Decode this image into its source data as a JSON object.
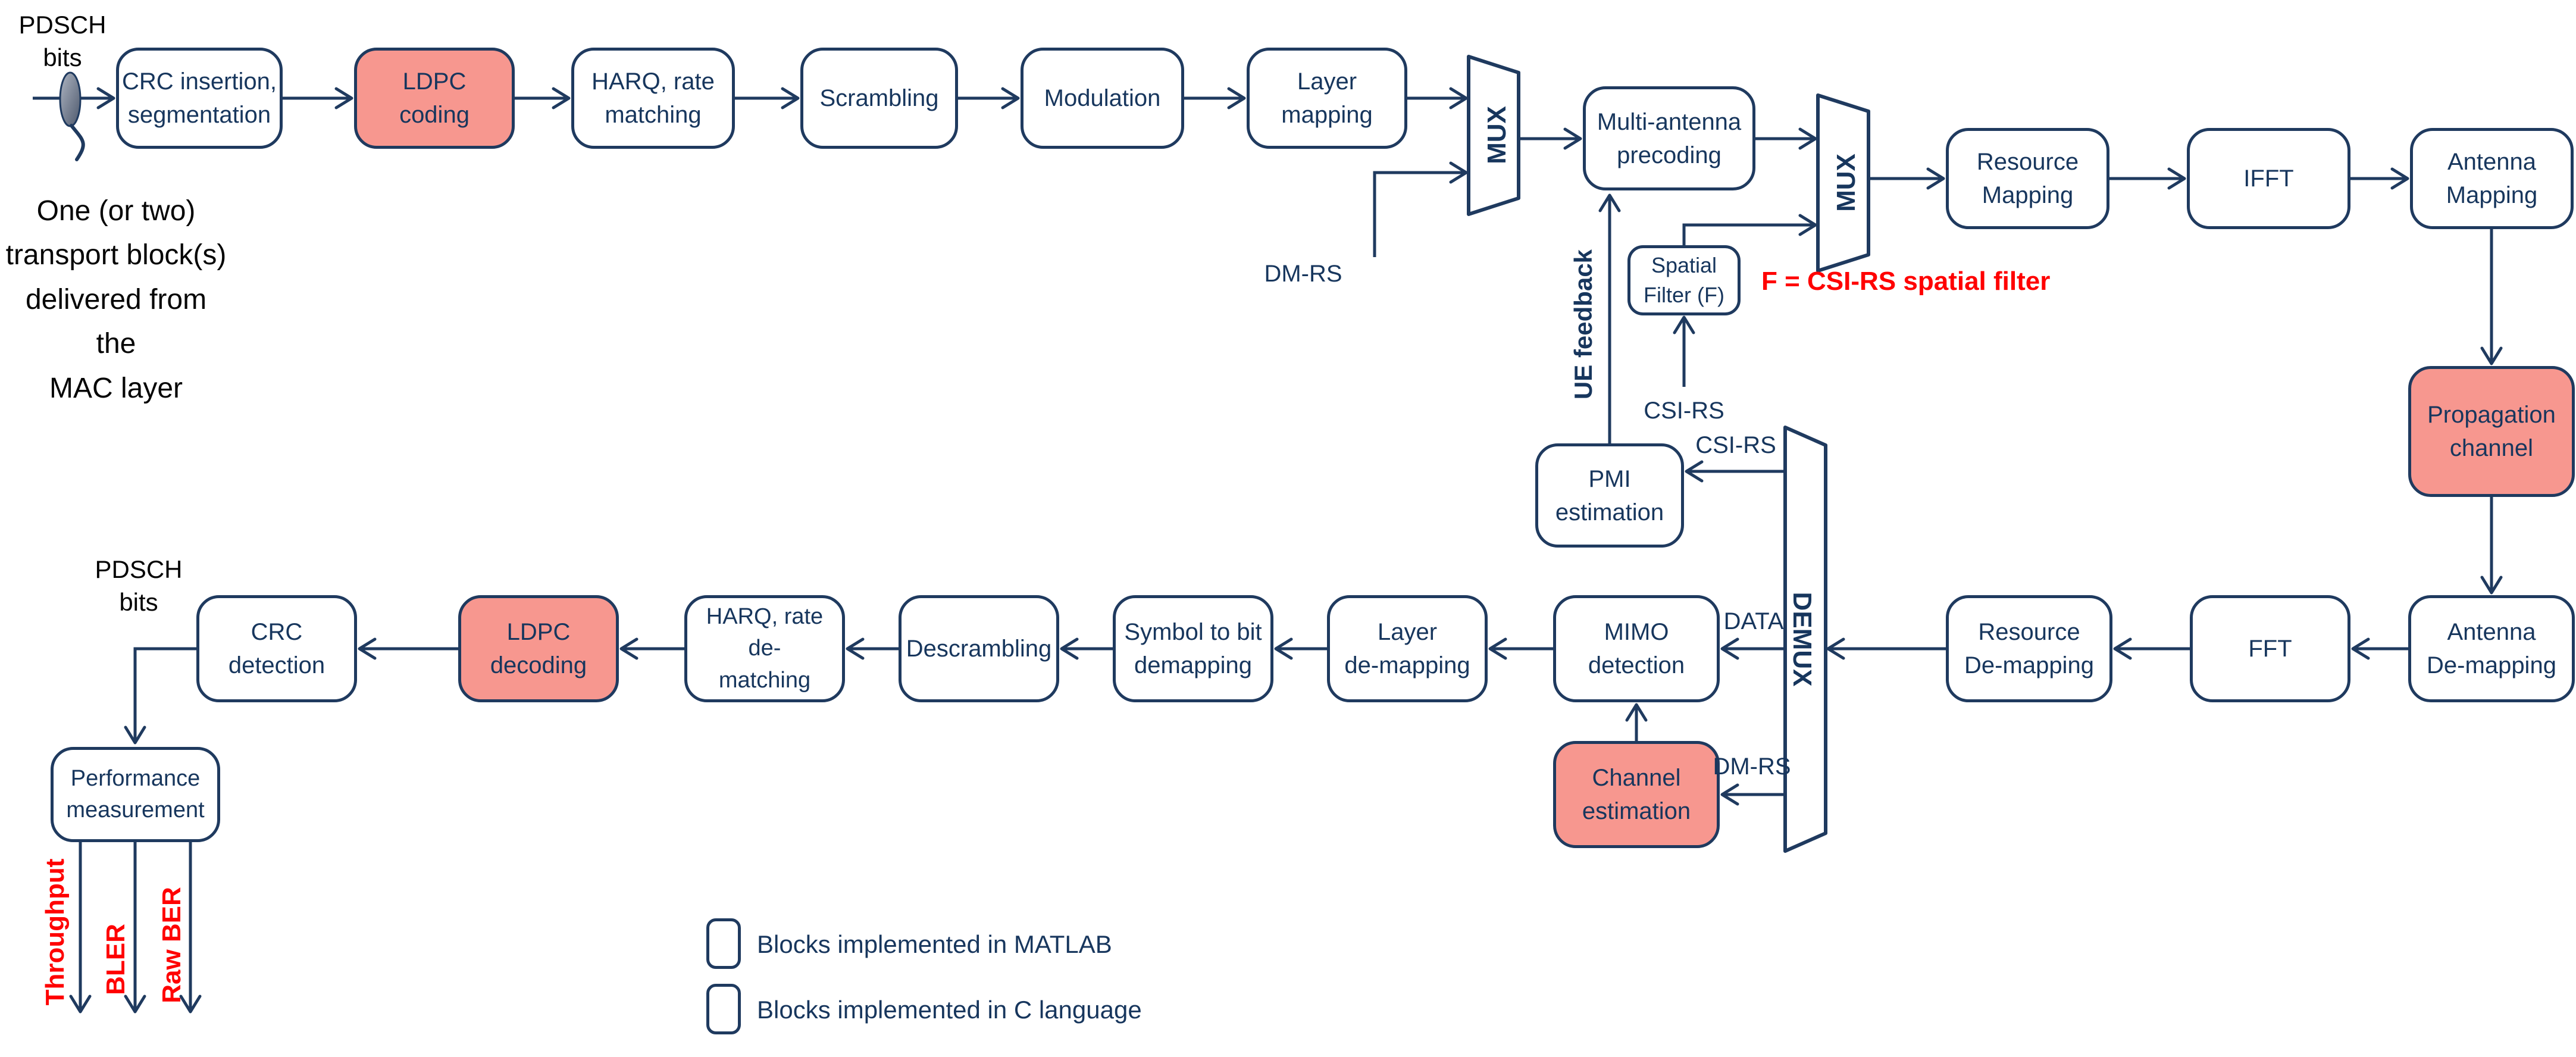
{
  "colors": {
    "block_border": "#1f3a5f",
    "connector": "#1f3a5f",
    "matlab_block_fill": "#ffffff",
    "c_block_fill": "#f7978f",
    "text_navy": "#17365d",
    "accent_red": "#ff0000",
    "source_ellipse_gray": "#8a93a3"
  },
  "source": {
    "label": "PDSCH\nbits",
    "note": "One (or two)\ntransport block(s)\ndelivered from the\nMAC layer"
  },
  "tx": {
    "crc_insertion": "CRC insertion,\nsegmentation",
    "ldpc_coding": "LDPC\ncoding",
    "harq_rate_matching": "HARQ, rate\nmatching",
    "scrambling": "Scrambling",
    "modulation": "Modulation",
    "layer_mapping": "Layer\nmapping",
    "mux": "MUX",
    "dm_rs": "DM-RS",
    "multi_antenna_precoding": "Multi-antenna\nprecoding",
    "ue_feedback": "UE feedback",
    "spatial_filter": "Spatial\nFilter (F)",
    "csi_rs": "CSI-RS",
    "f_note": "F = CSI-RS spatial filter",
    "mux2": "MUX",
    "resource_mapping": "Resource\nMapping",
    "ifft": "IFFT",
    "antenna_mapping": "Antenna\nMapping"
  },
  "channel": {
    "propagation": "Propagation\nchannel"
  },
  "rx": {
    "antenna_de_mapping": "Antenna\nDe-mapping",
    "fft": "FFT",
    "resource_de_mapping": "Resource\nDe-mapping",
    "demux": "DEMUX",
    "csi_rs": "CSI-RS",
    "data": "DATA",
    "dm_rs": "DM-RS",
    "pmi_estimation": "PMI\nestimation",
    "mimo_detection": "MIMO\ndetection",
    "channel_estimation": "Channel\nestimation",
    "layer_de_mapping": "Layer\nde-mapping",
    "symbol_to_bit_demapping": "Symbol to bit\ndemapping",
    "descrambling": "Descrambling",
    "harq_rate_de_matching": "HARQ, rate de-\nmatching",
    "ldpc_decoding": "LDPC\ndecoding",
    "crc_detection": "CRC\ndetection",
    "pdsch_bits": "PDSCH\nbits",
    "performance_measurement": "Performance\nmeasurement"
  },
  "outputs": {
    "throughput": "Throughput",
    "bler": "BLER",
    "raw_ber": "Raw BER"
  },
  "legend": {
    "matlab": "Blocks implemented in MATLAB",
    "c": "Blocks implemented in C language"
  }
}
